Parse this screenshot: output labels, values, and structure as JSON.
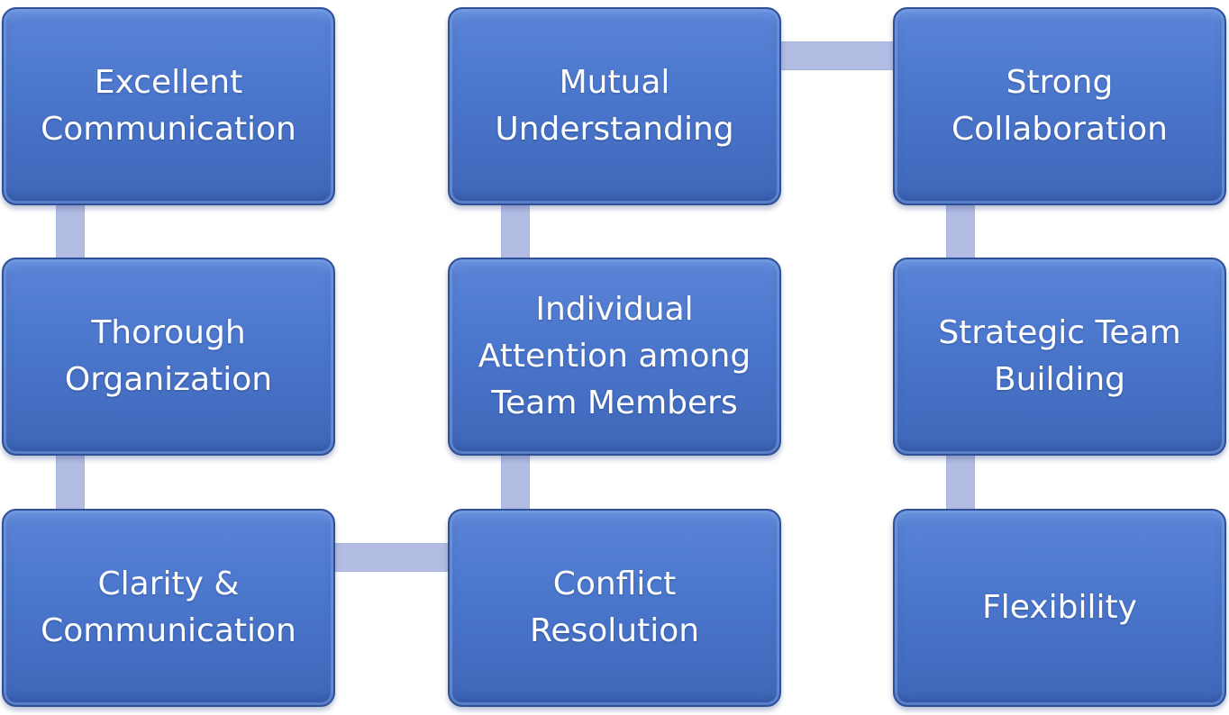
{
  "diagram": {
    "boxes": {
      "excellent_communication": "Excellent\nCommunication",
      "thorough_organization": "Thorough\nOrganization",
      "clarity_communication": "Clarity &\nCommunication",
      "mutual_understanding": "Mutual\nUnderstanding",
      "individual_attention": "Individual\nAttention among\nTeam Members",
      "conflict_resolution": "Conflict\nResolution",
      "strong_collaboration": "Strong\nCollaboration",
      "strategic_team_building": "Strategic Team\nBuilding",
      "flexibility": "Flexibility"
    },
    "colors": {
      "box_fill": "#4a76cc",
      "box_border": "#2f4f96",
      "connector": "#b3bde3",
      "text": "#ffffff"
    }
  }
}
